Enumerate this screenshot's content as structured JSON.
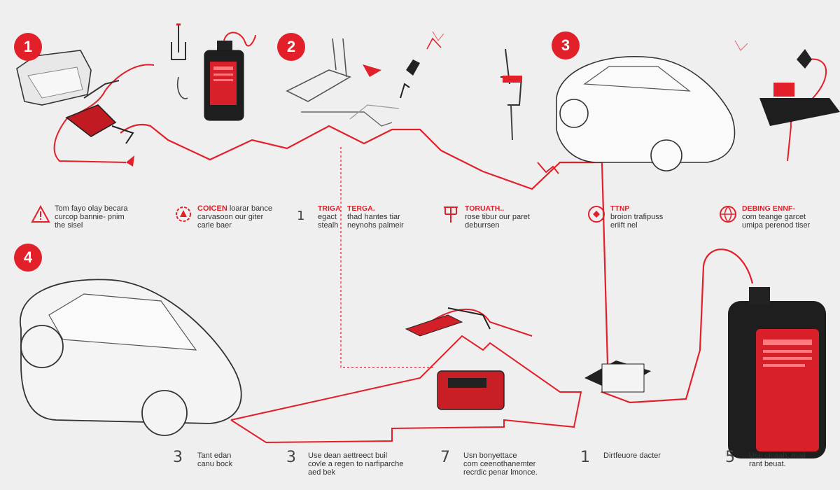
{
  "accent": "#e2202a",
  "badges": [
    "1",
    "2",
    "3",
    "4"
  ],
  "notes": [
    {
      "headline": "",
      "text_1": "Tom fayo olay becara",
      "text_2": "curcop bannie- pnim",
      "text_3": "the sisel",
      "icon": "warning-triangle-icon"
    },
    {
      "headline": "COICEN",
      "text_1": "loarar bance",
      "text_2": "carvasoon our giter",
      "text_3": "carle baer",
      "icon": "gear-warning-icon"
    },
    {
      "headline": "TRIGA",
      "text_1": "egact",
      "text_2": "stealh",
      "text_3": "",
      "icon": "",
      "number": "1"
    },
    {
      "headline": "TERGA.",
      "text_1": "thad hantes tiar",
      "text_2": "neynohs palmeir",
      "text_3": "",
      "icon": ""
    },
    {
      "headline": "TORUATH..",
      "text_1": "rose tibur our paret",
      "text_2": "deburrsen",
      "text_3": "",
      "icon": "pitchfork-icon"
    },
    {
      "headline": "TTNP",
      "text_1": "broion trafipuss",
      "text_2": "eriift nel",
      "text_3": "",
      "icon": "circuit-badge-icon"
    },
    {
      "headline": "DEBING ENNF-",
      "text_1": "com teange garcet",
      "text_2": "umipa perenod tiser",
      "text_3": "",
      "icon": "globe-badge-icon"
    }
  ],
  "bottom": [
    {
      "number": "3",
      "text_1": "Tant edan",
      "text_2": "canu bock",
      "text_3": ""
    },
    {
      "number": "3",
      "text_1": "Use dean aettreect buil",
      "text_2": "covle a regen to narfiparche",
      "text_3": "aed bek"
    },
    {
      "number": "7",
      "text_1": "Usn bonyettace",
      "text_2": "com ceenothanemter",
      "text_3": "recrdic penar lmonce."
    },
    {
      "number": "1",
      "text_1": "Dirtfeuore dacter",
      "text_2": "",
      "text_3": ""
    },
    {
      "number": "5",
      "text_1": "Use clcaah, mail",
      "text_2": "rant beuat.",
      "text_3": ""
    }
  ]
}
